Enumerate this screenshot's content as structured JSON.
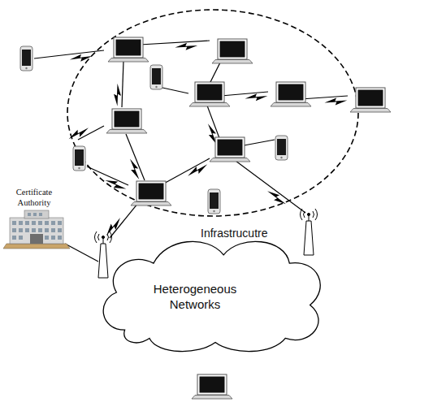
{
  "diagram": {
    "nodes": [
      {
        "text": [
          "Heterogeneous Networks"
        ]
      }
    ],
    "labels": [
      "Certificate Authority",
      "Infrastrucutre"
    ]
  }
}
